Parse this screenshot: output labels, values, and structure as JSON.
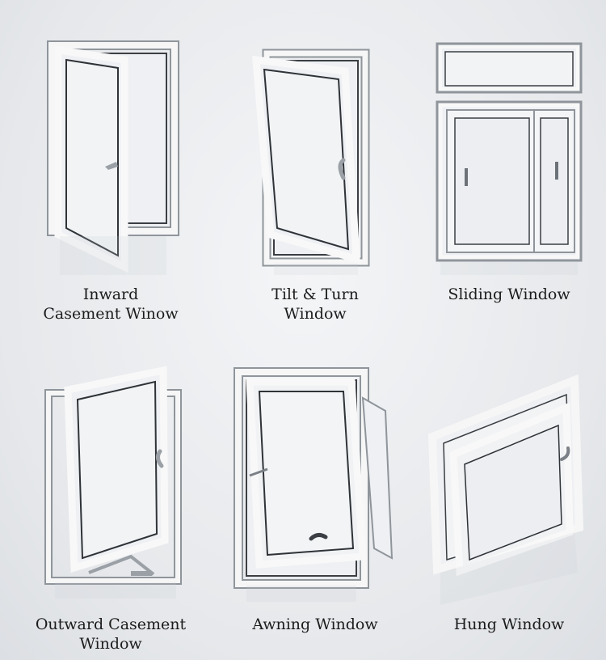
{
  "windows": [
    {
      "id": "inward-casement",
      "line1": "Inward",
      "line2": "Casement Winow",
      "icon": "inward-casement-window-icon"
    },
    {
      "id": "tilt-turn",
      "line1": "Tilt & Turn",
      "line2": "Window",
      "icon": "tilt-turn-window-icon"
    },
    {
      "id": "sliding",
      "line1": "Sliding Window",
      "line2": "",
      "icon": "sliding-window-icon"
    },
    {
      "id": "outward-casement",
      "line1": "Outward Casement",
      "line2": "Window",
      "icon": "outward-casement-window-icon"
    },
    {
      "id": "awning",
      "line1": "Awning Window",
      "line2": "",
      "icon": "awning-window-icon"
    },
    {
      "id": "hung",
      "line1": "Hung Window",
      "line2": "",
      "icon": "hung-window-icon"
    }
  ],
  "colors": {
    "frame": "#f7f7f7",
    "frame_edge": "#9aa0a6",
    "glass": "#eceef1",
    "text": "#1c1c1c"
  }
}
